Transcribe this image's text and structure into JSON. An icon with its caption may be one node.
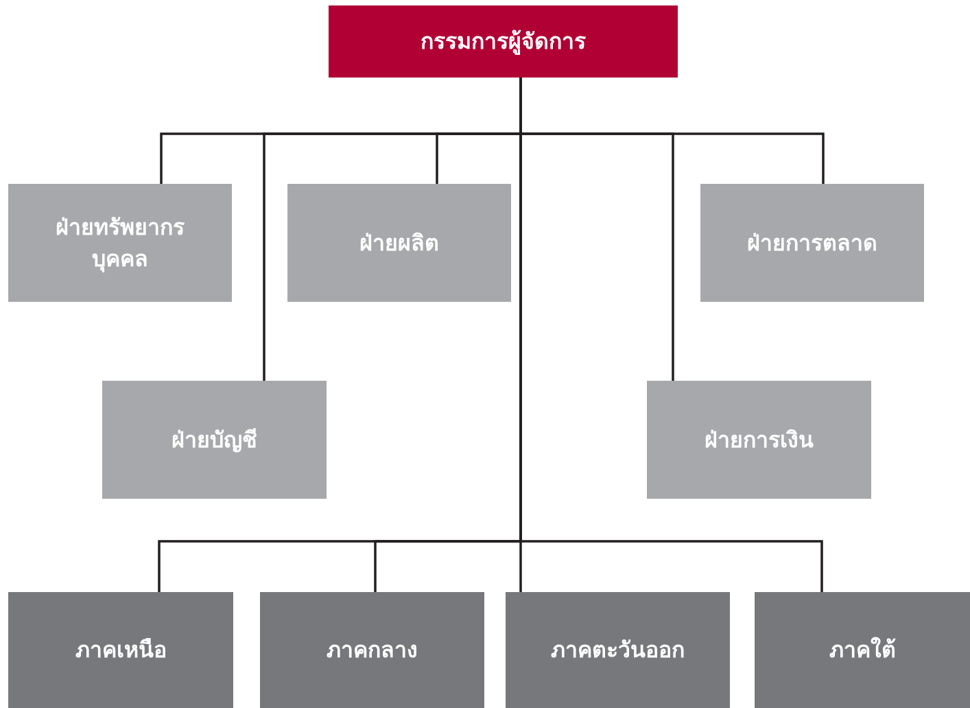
{
  "diagram": {
    "nodes": [
      {
        "text": [
          "กรรมการผู้จัดการ"
        ]
      },
      {
        "text": [
          "ฝ่ายทรัพยากรบุคคล"
        ]
      },
      {
        "text": [
          "ฝ่ายผลิต"
        ]
      },
      {
        "text": [
          "ฝ่ายการตลาด"
        ]
      },
      {
        "text": [
          "ฝ่ายบัญชี"
        ]
      },
      {
        "text": [
          "ฝ่ายการเงิน"
        ]
      },
      {
        "text": [
          "ภาคเหนือ"
        ]
      },
      {
        "text": [
          "ภาคกลาง"
        ]
      },
      {
        "text": [
          "ภาคตะวันออก"
        ]
      },
      {
        "text": [
          "ภาคใต้"
        ]
      }
    ],
    "edges": [
      {
        "from": 0,
        "to": 1,
        "arrow": "none"
      },
      {
        "from": 0,
        "to": 4,
        "arrow": "none"
      },
      {
        "from": 0,
        "to": 2,
        "arrow": "none"
      },
      {
        "from": 0,
        "to": 5,
        "arrow": "none"
      },
      {
        "from": 0,
        "to": 3,
        "arrow": "none"
      },
      {
        "from": 0,
        "to": 6,
        "arrow": "none"
      },
      {
        "from": 0,
        "to": 7,
        "arrow": "none"
      },
      {
        "from": 0,
        "to": 8,
        "arrow": "none"
      },
      {
        "from": 0,
        "to": 9,
        "arrow": "none"
      }
    ]
  }
}
